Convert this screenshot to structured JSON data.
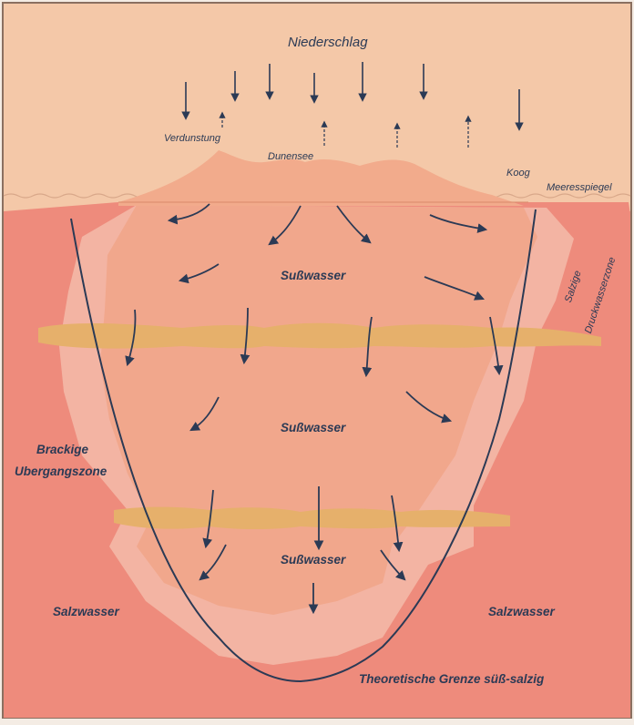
{
  "labels": {
    "niederschlag": "Niederschlag",
    "verdunstung": "Verdunstung",
    "duenensee": "Dunensee",
    "koog": "Koog",
    "meeresspiegel": "Meeresspiegel",
    "susswasser_top": "Sußwasser",
    "susswasser_mid": "Sußwasser",
    "susswasser_bottom": "Sußwasser",
    "salzige": "Salzige",
    "druckwasserzone": "Druckwasserzone",
    "brackige": "Brackige",
    "uebergangszone": "Ubergangszone",
    "salzwasser_left": "Salzwasser",
    "salzwasser_right": "Salzwasser",
    "grenze": "Theoretische Grenze süß-salzig"
  },
  "colors": {
    "sky": "#f3c7a6",
    "salt_water": "#ee8b7c",
    "brackish_zone": "#f2b0a0",
    "fresh_water": "#f1a88c",
    "clay_layer": "#e7b06a",
    "ink": "#2b3a55"
  }
}
